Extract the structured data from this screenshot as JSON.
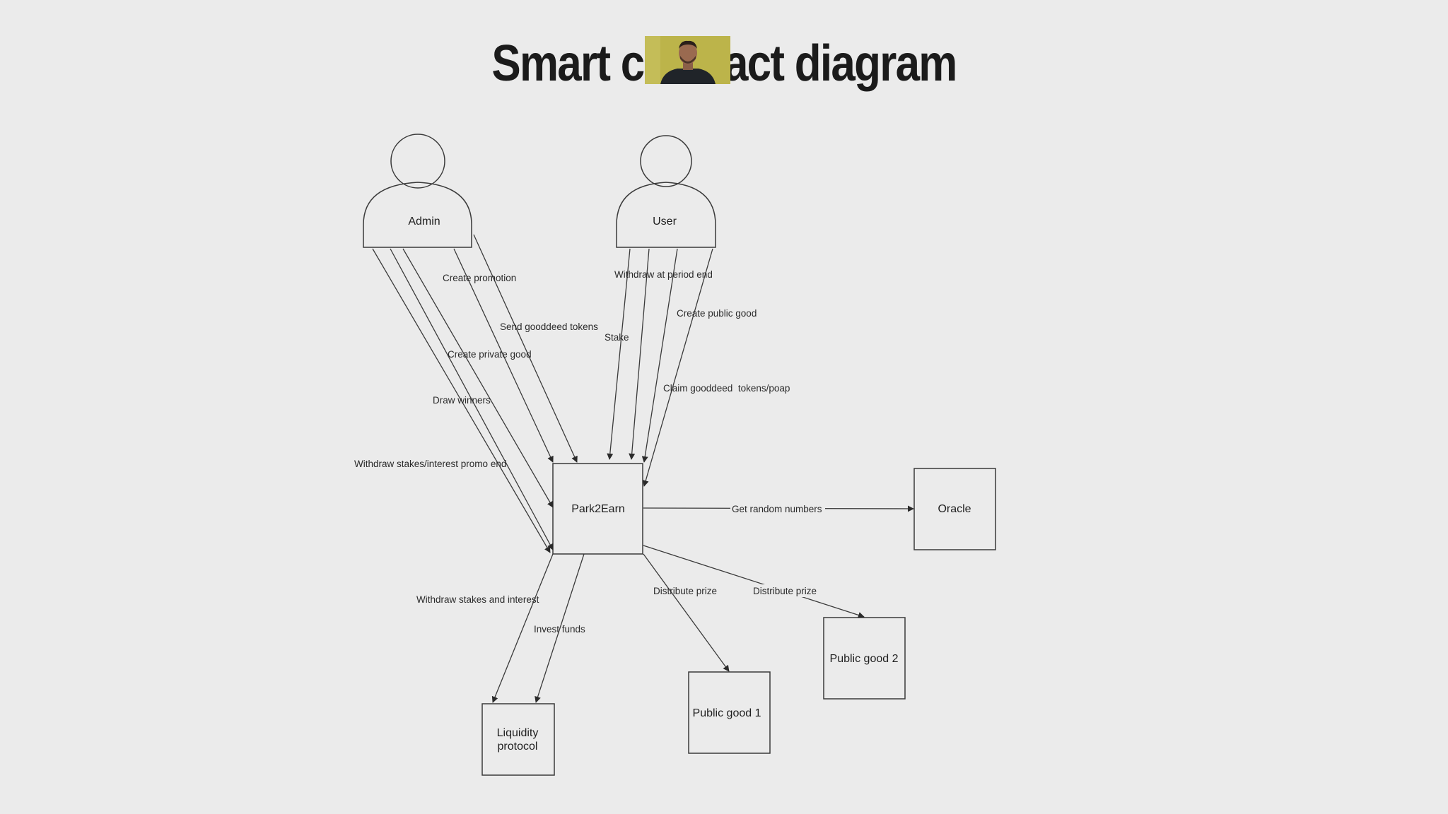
{
  "title": "Smart contract diagram",
  "actors": {
    "admin": "Admin",
    "user": "User"
  },
  "nodes": {
    "park2earn": "Park2Earn",
    "oracle": "Oracle",
    "public_good_1": "Public good 1",
    "public_good_2": "Public good 2",
    "liquidity_line1": "Liquidity",
    "liquidity_line2": "protocol"
  },
  "edges": {
    "create_promotion": "Create promotion",
    "send_gooddeed_tokens": "Send gooddeed tokens",
    "create_private_good": "Create private good",
    "draw_winners": "Draw winners",
    "withdraw_stakes_interest_promo_end": "Withdraw stakes/interest promo end",
    "withdraw_at_period_end": "Withdraw at period end",
    "stake": "Stake",
    "create_public_good": "Create public good",
    "claim_gooddeed_tokens_poap": "Claim gooddeed  tokens/poap",
    "get_random_numbers": "Get random numbers",
    "distribute_prize_1": "Distribute prize",
    "distribute_prize_2": "Distribute prize",
    "withdraw_stakes_and_interest": "Withdraw stakes and interest",
    "invest_funds": "Invest funds"
  },
  "colors": {
    "background": "#ebebeb",
    "stroke": "#3a3a3a",
    "title": "#1b1b1b"
  }
}
